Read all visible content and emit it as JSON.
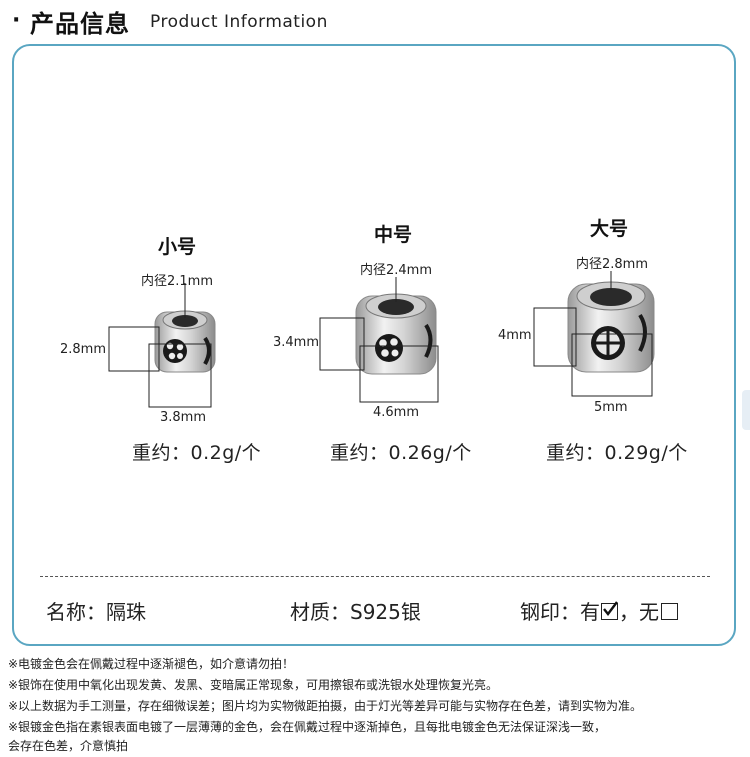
{
  "header": {
    "bullet": "·",
    "title_cn": "产品信息",
    "title_en": "Product Information"
  },
  "products": [
    {
      "size": "小号",
      "inner_diameter": "内径2.1mm",
      "height": "2.8mm",
      "width": "3.8mm",
      "weight": "重约：0.2g/个"
    },
    {
      "size": "中号",
      "inner_diameter": "内径2.4mm",
      "height": "3.4mm",
      "width": "4.6mm",
      "weight": "重约：0.26g/个"
    },
    {
      "size": "大号",
      "inner_diameter": "内径2.8mm",
      "height": "4mm",
      "width": "5mm",
      "weight": "重约：0.29g/个"
    }
  ],
  "specs": {
    "name": "名称：隔珠",
    "material": "材质：S925银",
    "stamp_label": "钢印：",
    "stamp_yes": "有",
    "stamp_sep": "，",
    "stamp_no": "无"
  },
  "notes": [
    "※电镀金色会在佩戴过程中逐渐褪色，如介意请勿拍！",
    "※银饰在使用中氧化出现发黄、发黑、变暗属正常现象，可用擦银布或洗银水处理恢复光亮。",
    "※以上数据为手工测量，存在细微误差；图片均为实物微距拍摄，由于灯光等差异可能与实物存在色差，请到实物为准。",
    "※银镀金色指在素银表面电镀了一层薄薄的金色，会在佩戴过程中逐渐掉色，且每批电镀金色无法保证深浅一致，",
    "会存在色差，介意慎拍"
  ],
  "colors": {
    "panel_border": "#5aa6c2",
    "silver": "#d9d9d9",
    "engraving": "#1a1a1a"
  }
}
